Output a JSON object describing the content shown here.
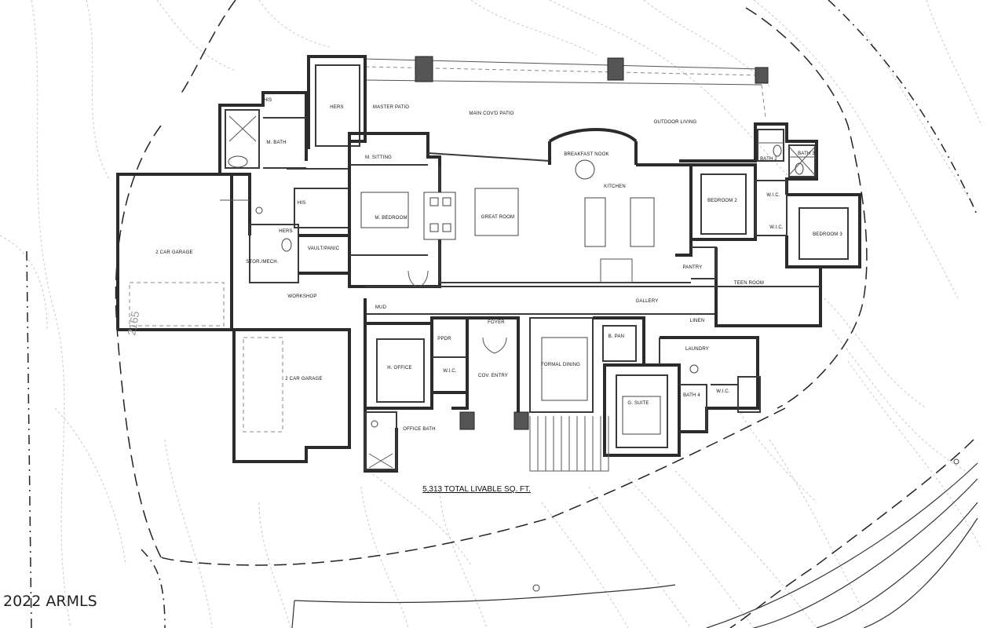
{
  "rooms": {
    "hers": "HERS",
    "his_top": "HIS",
    "master_patio": "MASTER PATIO",
    "main_covd_patio": "MAIN COV'D PATIO",
    "outdoor_living": "OUTDOOR LIVING",
    "m_bath": "M. BATH",
    "m_sitting": "M. SITTING",
    "breakfast_nook": "BREAKFAST NOOK",
    "kitchen": "KITCHEN",
    "bath2": "BATH 2",
    "bath3": "BATH 3",
    "his_closet": "HIS",
    "m_bedroom": "M. BEDROOM",
    "great_room": "GREAT ROOM",
    "bedroom2": "BEDROOM 2",
    "wic_a": "W.I.C.",
    "wic_b": "W.I.C.",
    "bedroom3": "BEDROOM 3",
    "two_car_garage_a": "2 CAR GARAGE",
    "hers_small": "HERS",
    "vault_pano": "VAULT/PANIC",
    "stor_mech": "STOR./MECH.",
    "pantry": "PANTRY",
    "teen_room": "TEEN ROOM",
    "workshop": "WORKSHOP",
    "mud": "MUD",
    "gallery": "GALLERY",
    "foyer": "FOYER",
    "linen": "LINEN",
    "ppdr": "PPDR",
    "b_pan": "B. PAN",
    "laundry": "LAUNDRY",
    "two_car_garage_b": "2 CAR GARAGE",
    "h_office": "H. OFFICE",
    "wic_c": "W.I.C.",
    "covd_entry": "COV. ENTRY",
    "formal_dining": "FORMAL DINING",
    "g_suite": "G. SUITE",
    "bath4": "BATH 4",
    "wic_d": "W.I.C.",
    "office_bath": "OFFICE BATH"
  },
  "total_livable": "5,313 TOTAL LIVABLE SQ. FT.",
  "lot_number": "2165",
  "watermark": "2022 ARMLS"
}
